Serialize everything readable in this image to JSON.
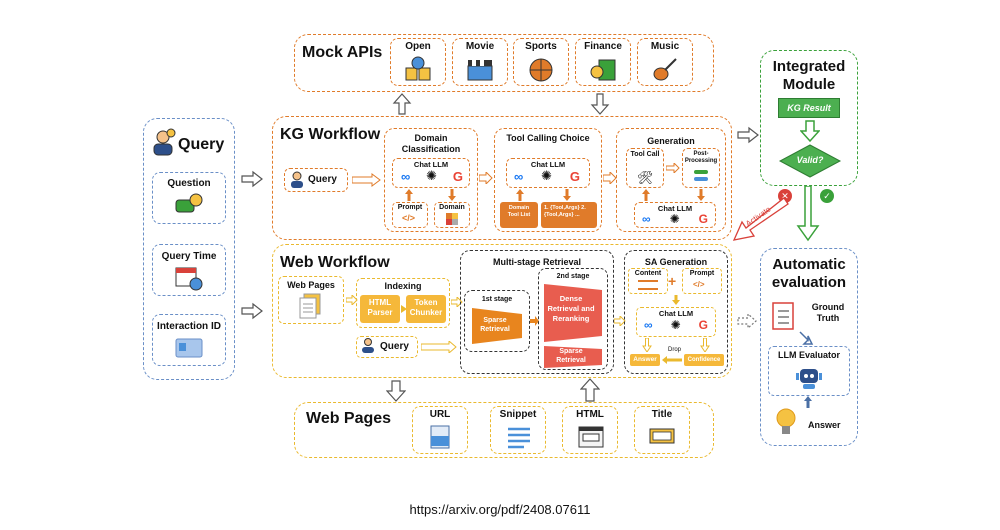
{
  "mock_apis": {
    "title": "Mock APIs",
    "items": [
      "Open",
      "Movie",
      "Sports",
      "Finance",
      "Music"
    ]
  },
  "query_panel": {
    "title": "Query",
    "question": "Question",
    "query_time": "Query Time",
    "interaction_id": "Interaction ID"
  },
  "kg_workflow": {
    "title": "KG Workflow",
    "query": "Query",
    "domain_classification": "Domain Classification",
    "chat_llm": "Chat LLM",
    "prompt": "Prompt",
    "domain": "Domain",
    "tool_calling": "Tool Calling Choice",
    "domain_tool_list": "Domain Tool List",
    "tool_args": "1. {Tool,Args} 2. {Tool,Args} ...",
    "generation": "Generation",
    "tool_call": "Tool Call",
    "post_processing": "Post-Processing"
  },
  "integrated": {
    "title": "Integrated Module",
    "kg_result": "KG Result",
    "valid": "Valid?",
    "activate": "Activate"
  },
  "web_workflow": {
    "title": "Web Workflow",
    "web_pages": "Web Pages",
    "indexing": "Indexing",
    "html_parser": "HTML Parser",
    "token_chunker": "Token Chunker",
    "query": "Query",
    "multi_stage": "Multi-stage Retrieval",
    "stage1": "1st stage",
    "stage2": "2nd stage",
    "sparse1": "Sparse Retrieval",
    "dense": "Dense Retrieval and Reranking",
    "sparse2": "Sparse Retrieval",
    "sa_generation": "SA Generation",
    "content": "Content",
    "prompt": "Prompt",
    "chat_llm": "Chat LLM",
    "answer": "Answer",
    "drop": "Drop",
    "confidence": "Confidence"
  },
  "auto_eval": {
    "title": "Automatic evaluation",
    "ground_truth": "Ground Truth",
    "llm_evaluator": "LLM Evaluator",
    "answer": "Answer"
  },
  "web_pages_bottom": {
    "title": "Web Pages",
    "items": [
      "URL",
      "Snippet",
      "HTML",
      "Title"
    ]
  },
  "footer": {
    "url": "https://arxiv.org/pdf/2408.07611"
  }
}
